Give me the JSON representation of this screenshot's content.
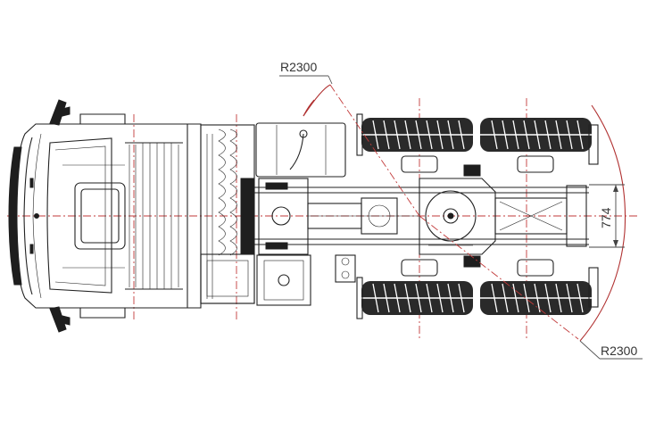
{
  "drawing": {
    "radius_top_label": "R2300",
    "radius_bottom_label": "R2300",
    "width_dimension_label": "774"
  },
  "colors": {
    "ink": "#222222",
    "centerline": "#c23a3a",
    "background": "#ffffff"
  }
}
